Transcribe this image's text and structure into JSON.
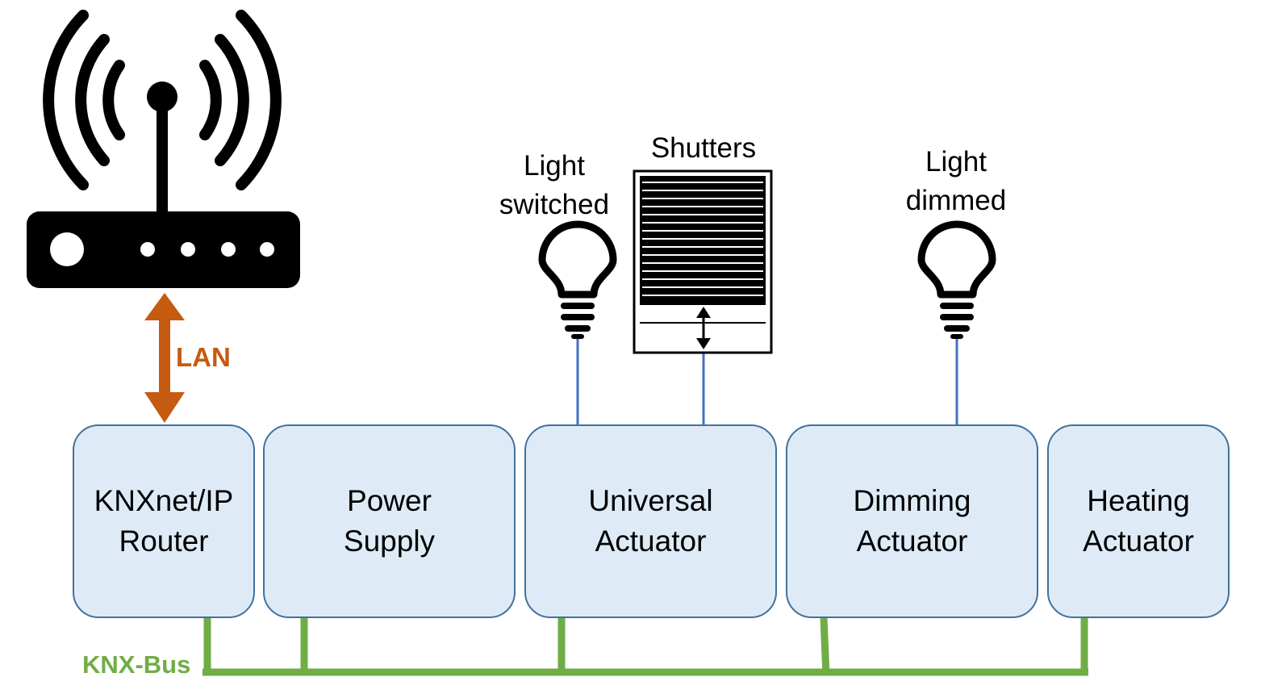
{
  "modules": [
    {
      "line1": "KNXnet/IP",
      "line2": "Router"
    },
    {
      "line1": "Power",
      "line2": "Supply"
    },
    {
      "line1": "Universal",
      "line2": "Actuator"
    },
    {
      "line1": "Dimming",
      "line2": "Actuator"
    },
    {
      "line1": "Heating",
      "line2": "Actuator"
    }
  ],
  "devices": {
    "light_switched": {
      "line1": "Light",
      "line2": "switched"
    },
    "shutters": {
      "line1": "Shutters"
    },
    "light_dimmed": {
      "line1": "Light",
      "line2": "dimmed"
    }
  },
  "connections": {
    "lan_label": "LAN",
    "bus_label": "KNX-Bus"
  },
  "colors": {
    "module_fill": "#deebf7",
    "module_border": "#41719c",
    "lan": "#c55a11",
    "bus": "#70ad47",
    "device_wire": "#4472c4"
  }
}
